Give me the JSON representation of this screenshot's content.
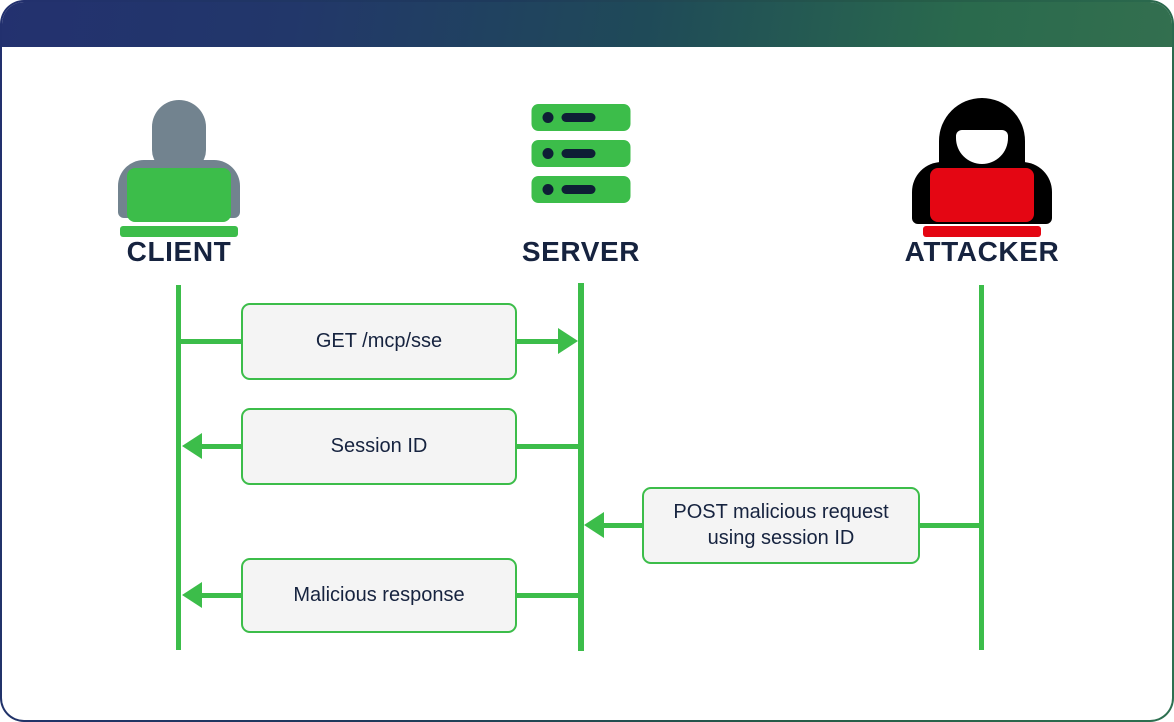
{
  "banner": {
    "gradient_from": "#23316f",
    "gradient_to": "#336f4f"
  },
  "theme": {
    "green": "#3cbd4a",
    "navy": "#16233f",
    "red": "#e40613",
    "gray": "#72838f",
    "box_fill": "#f4f4f4",
    "black": "#000000"
  },
  "actors": [
    {
      "id": "client",
      "label": "CLIENT",
      "icon": "person-laptop-icon"
    },
    {
      "id": "server",
      "label": "SERVER",
      "icon": "server-rack-icon"
    },
    {
      "id": "attacker",
      "label": "ATTACKER",
      "icon": "hacker-hoodie-icon"
    }
  ],
  "messages": [
    {
      "id": "get-mcp-sse",
      "line1": "GET /mcp/sse",
      "line2": "",
      "from": "client",
      "to": "server",
      "direction": "right"
    },
    {
      "id": "session-id",
      "line1": "Session ID",
      "line2": "",
      "from": "server",
      "to": "client",
      "direction": "left"
    },
    {
      "id": "post-malicious-request",
      "line1": "POST malicious request",
      "line2": "using session ID",
      "from": "attacker",
      "to": "server",
      "direction": "left"
    },
    {
      "id": "malicious-response",
      "line1": "Malicious response",
      "line2": "",
      "from": "server",
      "to": "client",
      "direction": "left"
    }
  ]
}
